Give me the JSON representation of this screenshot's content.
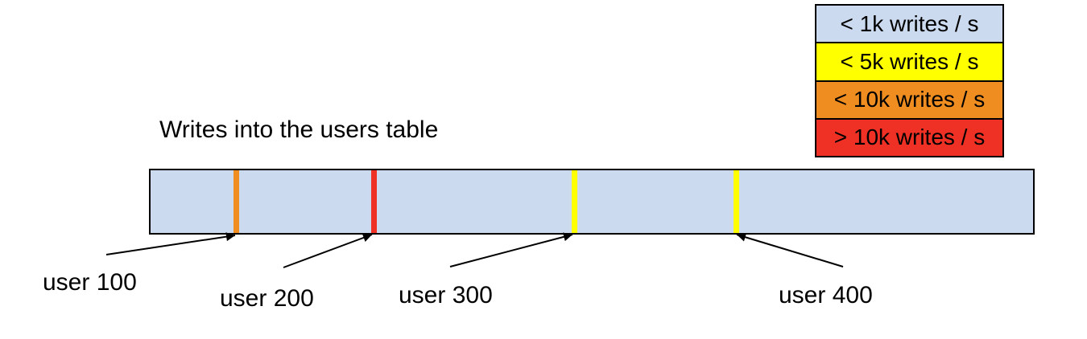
{
  "title": "Writes into the users table",
  "legend": {
    "items": [
      {
        "label": "< 1k writes / s",
        "color": "#cbdaef"
      },
      {
        "label": "< 5k writes / s",
        "color": "#ffff00"
      },
      {
        "label": "< 10k writes / s",
        "color": "#ef8d20"
      },
      {
        "label": "> 10k writes / s",
        "color": "#ee3124"
      }
    ]
  },
  "table_bar": {
    "fill": "#cbdaef",
    "markers": [
      {
        "label": "user 100",
        "rate": "< 10k writes / s",
        "color": "#ef8d20"
      },
      {
        "label": "user 200",
        "rate": "> 10k writes / s",
        "color": "#ee3124"
      },
      {
        "label": "user 300",
        "rate": "< 5k writes / s",
        "color": "#ffff00"
      },
      {
        "label": "user 400",
        "rate": "< 5k writes / s",
        "color": "#ffff00"
      }
    ]
  }
}
